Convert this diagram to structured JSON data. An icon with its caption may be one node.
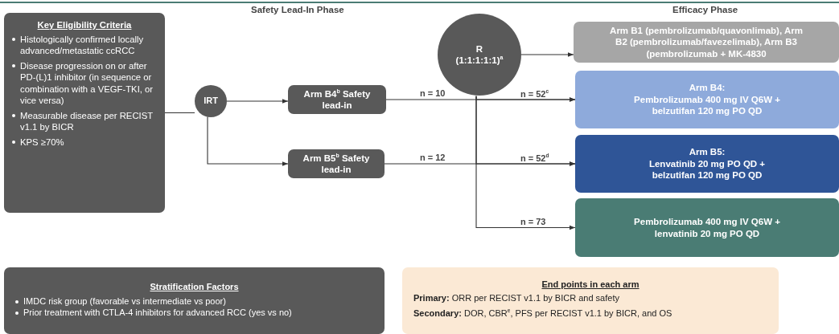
{
  "diagram": {
    "nodes": [
      {
        "text": [
          "Key Eligibility Criteria",
          "Histologically confirmed locally advanced/metastatic ccRCC",
          "Disease progression on or after PD-(L)1 inhibitor (in sequence or combination with a VEGF-TKI, or vice versa)",
          "Measurable disease per RECIST v1.1 by BICR",
          "KPS ≥70%"
        ]
      },
      {
        "text": [
          "IRT"
        ]
      },
      {
        "text": [
          "Arm B4$^{b}$ Safety lead-in"
        ]
      },
      {
        "text": [
          "Arm B5$^{b}$ Safety lead-in"
        ]
      },
      {
        "text": [
          "R",
          "(1:1:1:1:1)$^{a}$"
        ]
      },
      {
        "text": [
          "Arm B1 (pembrolizumab/quavonlimab), Arm B2 (pembrolizumab/favezelimab), Arm B3 (pembrolizumab + MK-4830"
        ]
      },
      {
        "text": [
          "Arm B4:",
          "Pembrolizumab 400 mg IV Q6W + belzutifan 120 mg PO QD"
        ]
      },
      {
        "text": [
          "Arm B5:",
          "Lenvatinib 20 mg PO QD + belzutifan 120 mg PO QD"
        ]
      },
      {
        "text": [
          "Pembrolizumab 400 mg IV Q6W + lenvatinib 20 mg PO QD"
        ]
      },
      {
        "text": [
          "Stratification Factors",
          "IMDC risk group (favorable vs intermediate vs poor)",
          "Prior treatment with CTLA-4 inhibitors for advanced RCC (yes vs no)"
        ]
      },
      {
        "text": [
          "End points in each arm",
          "**Primary:** ORR per RECIST v1.1 by BICR and safety",
          "**Secondary:** DOR, CBR$^{e}$, PFS per RECIST v1.1 by BICR, and OS"
        ]
      }
    ],
    "edges": [
      {
        "from": 0,
        "to": 1,
        "arrow": "none"
      },
      {
        "from": 1,
        "to": 2,
        "arrow": "to"
      },
      {
        "from": 1,
        "to": 3,
        "arrow": "to"
      },
      {
        "from": 2,
        "to": 6,
        "arrow": "to",
        "label": "n = 10"
      },
      {
        "from": 3,
        "to": 7,
        "arrow": "to",
        "label": "n = 12"
      },
      {
        "from": 4,
        "to": 5,
        "arrow": "to"
      },
      {
        "from": 4,
        "to": 6,
        "arrow": "to",
        "label": "n = 52$^{c}$"
      },
      {
        "from": 4,
        "to": 7,
        "arrow": "to",
        "label": "n = 52$^{d}$"
      },
      {
        "from": 4,
        "to": 8,
        "arrow": "to",
        "label": "n = 73"
      }
    ],
    "labels": [
      "Safety Lead-In Phase",
      "Efficacy Phase"
    ]
  }
}
